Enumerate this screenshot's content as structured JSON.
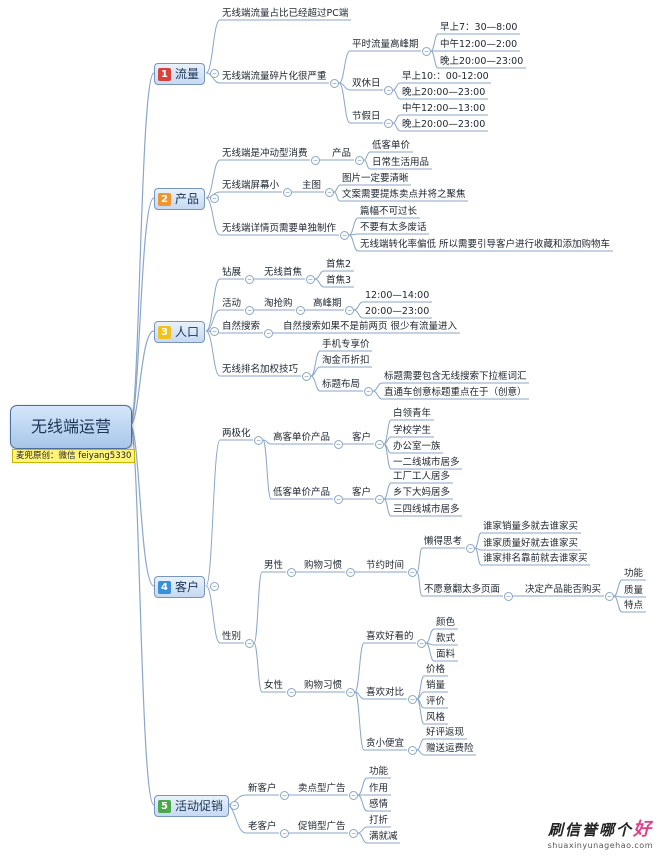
{
  "title": "无线端运营",
  "credit": "麦兜原创：微信 feiyang5330",
  "colors": {
    "line": "#8aa6c8",
    "badge1": "#d9413a",
    "badge2": "#f0942d",
    "badge3": "#f2c21c",
    "badge4": "#3a8fd9",
    "badge5": "#4aa84a"
  },
  "branches": [
    {
      "num": "1",
      "label": "流量"
    },
    {
      "num": "2",
      "label": "产品"
    },
    {
      "num": "3",
      "label": "人口"
    },
    {
      "num": "4",
      "label": "客户"
    },
    {
      "num": "5",
      "label": "活动促销"
    }
  ],
  "nodes": {
    "n1": "无线端流量占比已经超过PC端",
    "n2": "无线端流量碎片化很严重",
    "n3": "平时流量高峰期",
    "n4": "早上7：30—8:00",
    "n5": "中午12:00—2:00",
    "n6": "晚上20:00—23:00",
    "n7": "双休日",
    "n8": "早上10:：00-12:00",
    "n9": "晚上20:00—23:00",
    "n10": "节假日",
    "n11": "中午12:00—13:00",
    "n12": "晚上20:00—23:00",
    "p1": "无线端是冲动型消费",
    "p2": "产品",
    "p3": "低客单价",
    "p4": "日常生活用品",
    "p5": "无线端屏幕小",
    "p6": "主图",
    "p7": "图片一定要清晰",
    "p8": "文案需要提炼卖点并将之聚焦",
    "p9": "无线端详情页需要单独制作",
    "p10": "篇幅不可过长",
    "p11": "不要有太多废话",
    "p12": "无线端转化率偏低 所以需要引导客户进行收藏和添加购物车",
    "r1": "钻展",
    "r2": "无线首焦",
    "r3": "首焦2",
    "r4": "首焦3",
    "r5": "活动",
    "r6": "淘抢购",
    "r7": "高峰期",
    "r8": "12:00—14:00",
    "r9": "20:00—23:00",
    "r10": "自然搜索",
    "r11": "自然搜索如果不是前两页 很少有流量进入",
    "r12": "无线排名加权技巧",
    "r13": "手机专享价",
    "r14": "淘金币折扣",
    "r15": "标题布局",
    "r16": "标题需要包含无线搜索下拉框词汇",
    "r17": "直通车创意标题重点在于（创意）",
    "c1": "两极化",
    "c2": "高客单价产品",
    "c3": "客户",
    "c4": "白领青年",
    "c5": "学校学生",
    "c6": "办公室一族",
    "c7": "一二线城市居多",
    "c8": "低客单价产品",
    "c9": "客户",
    "c10": "工厂工人居多",
    "c11": "乡下大妈居多",
    "c12": "三四线城市居多",
    "c13": "性别",
    "c14": "男性",
    "c15": "购物习惯",
    "c16": "节约时间",
    "c17": "懒得思考",
    "c18": "谁家销量多就去谁家买",
    "c19": "谁家质量好就去谁家买",
    "c20": "谁家排名靠前就去谁家买",
    "c21": "不愿意翻太多页面",
    "c22": "决定产品能否购买",
    "c23": "功能",
    "c24": "质量",
    "c25": "特点",
    "c26": "女性",
    "c27": "购物习惯",
    "c28": "喜欢好看的",
    "c29": "颜色",
    "c30": "款式",
    "c31": "面料",
    "c32": "喜欢对比",
    "c33": "价格",
    "c34": "销量",
    "c35": "评价",
    "c36": "风格",
    "c37": "贪小便宜",
    "c38": "好评返现",
    "c39": "赠送运费险",
    "a1": "新客户",
    "a2": "卖点型广告",
    "a3": "功能",
    "a4": "作用",
    "a5": "感情",
    "a6": "老客户",
    "a7": "促销型广告",
    "a8": "打折",
    "a9": "满就减"
  },
  "watermark": {
    "brand_a": "刷信誉哪个",
    "brand_b": "好",
    "url": "shuaxinyunagehao.com"
  }
}
